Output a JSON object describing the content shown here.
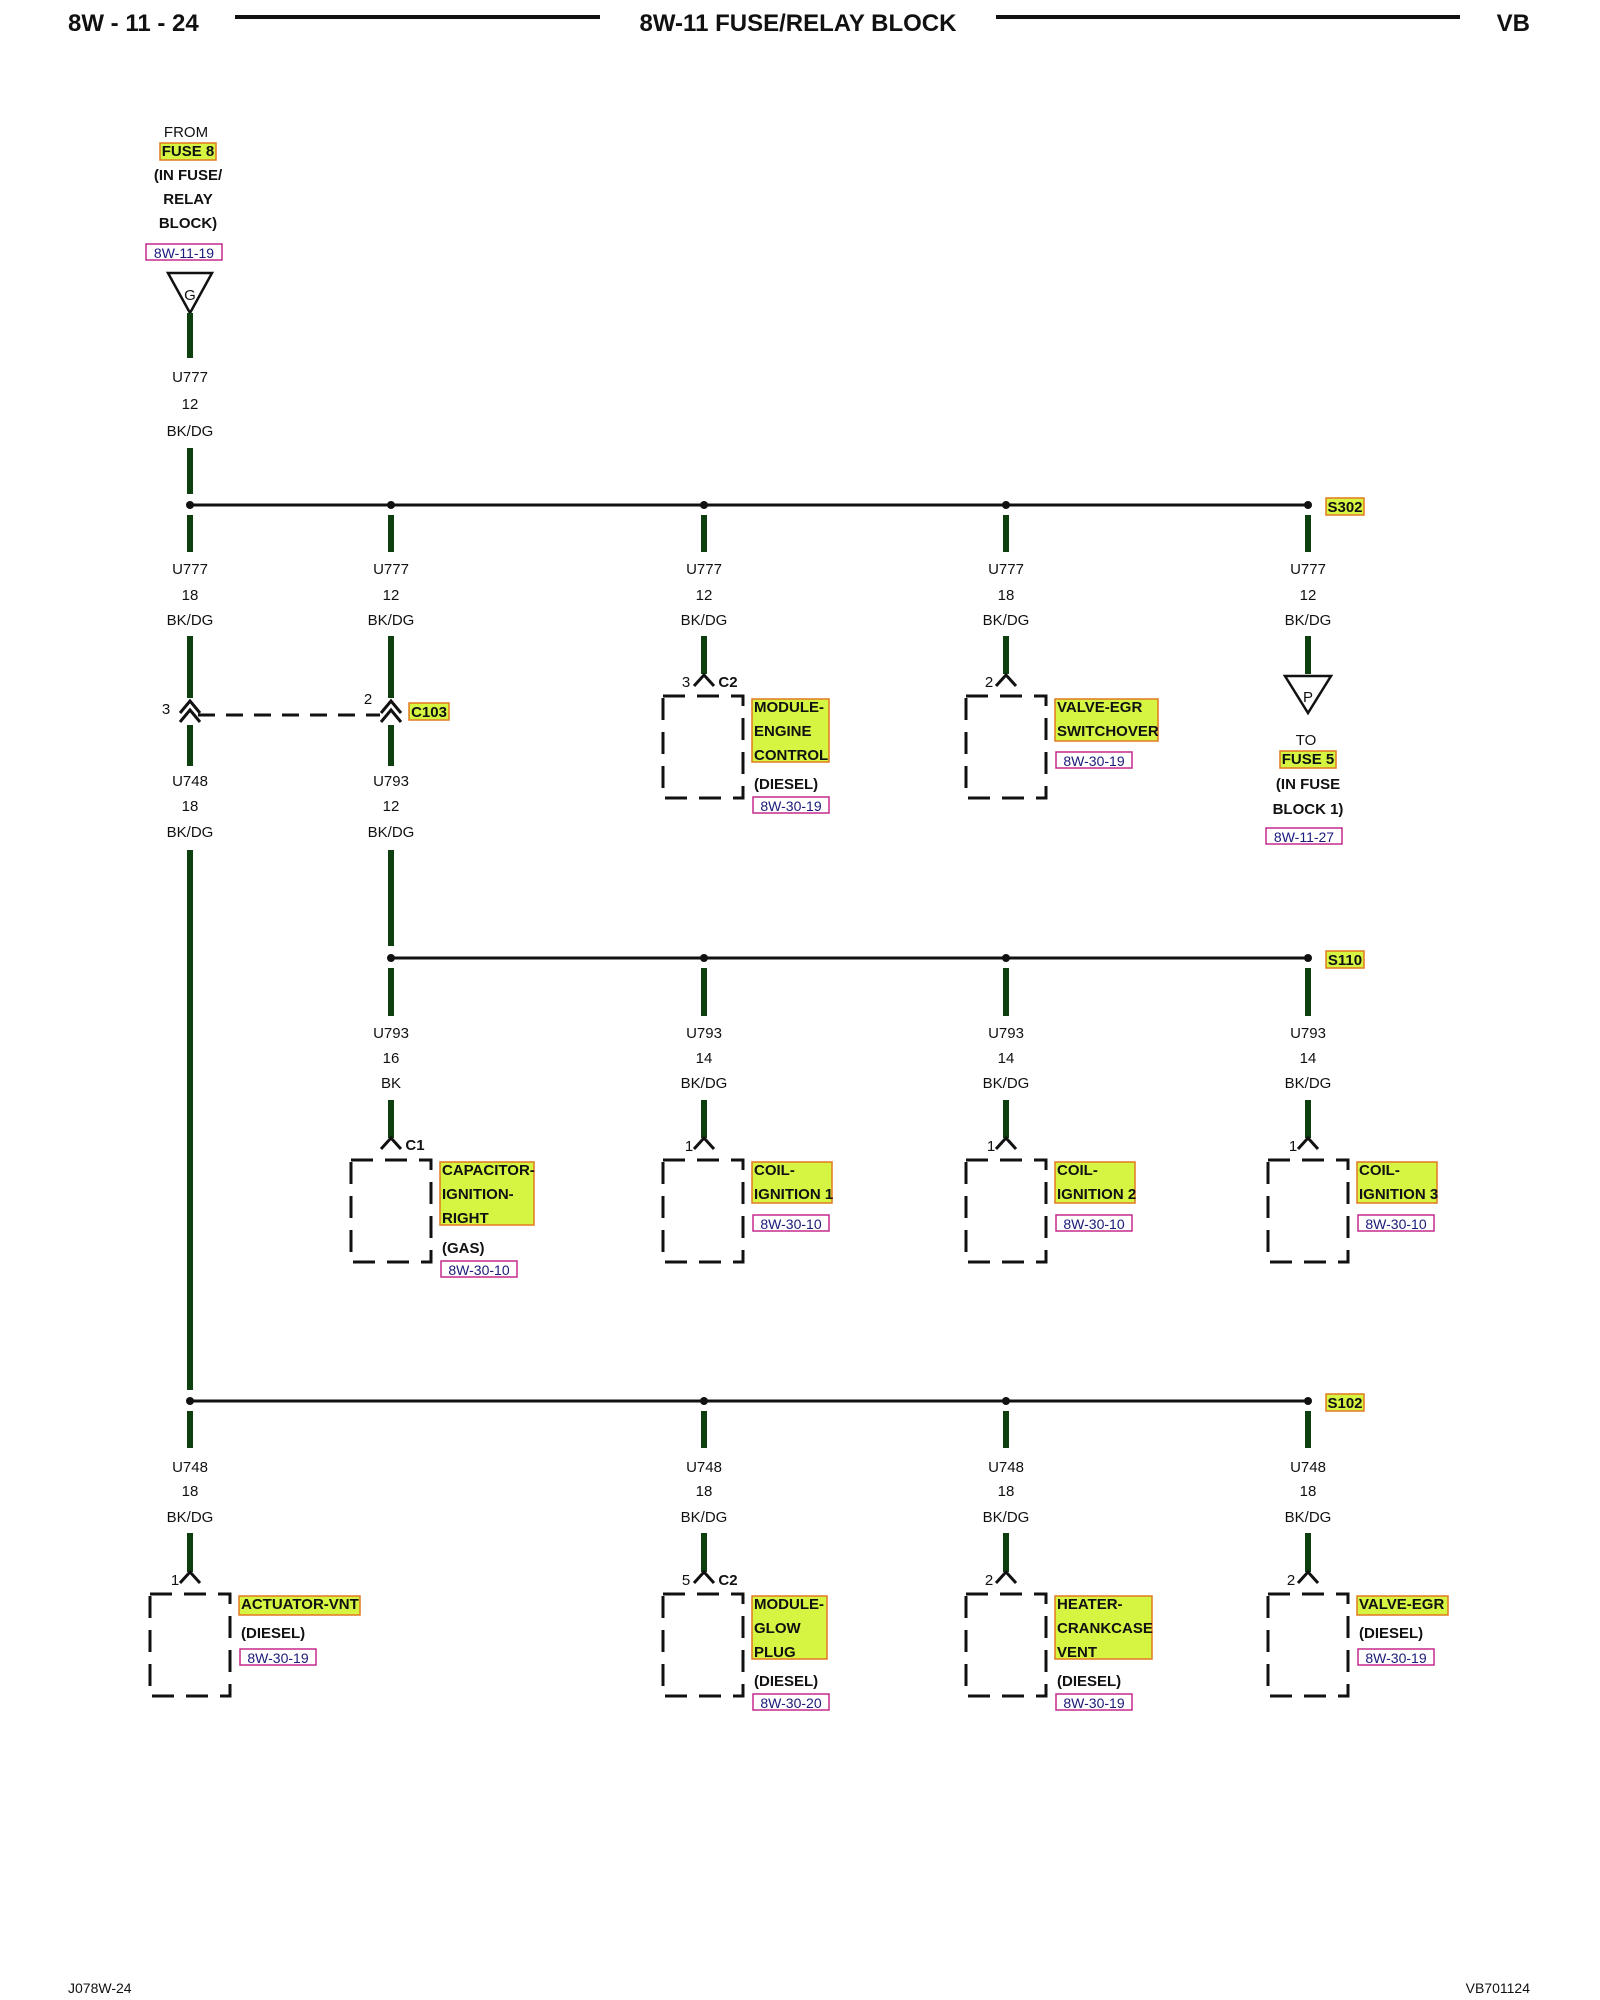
{
  "header": {
    "page": "8W - 11 - 24",
    "title": "8W-11 FUSE/RELAY BLOCK",
    "section": "VB"
  },
  "footer": {
    "left": "J078W-24",
    "right": "VB701124"
  },
  "source": {
    "from": "FROM",
    "fuse": "FUSE 8",
    "l1": "(IN FUSE/",
    "l2": "RELAY",
    "l3": "BLOCK)",
    "ref": "8W-11-19",
    "symbol": "G"
  },
  "feed_wire": {
    "circuit": "U777",
    "gauge": "12",
    "color": "BK/DG"
  },
  "splices": {
    "s302": "S302",
    "s110": "S110",
    "s102": "S102"
  },
  "row1": [
    {
      "circuit": "U777",
      "gauge": "18",
      "color": "BK/DG"
    },
    {
      "circuit": "U777",
      "gauge": "12",
      "color": "BK/DG"
    },
    {
      "circuit": "U777",
      "gauge": "12",
      "color": "BK/DG"
    },
    {
      "circuit": "U777",
      "gauge": "18",
      "color": "BK/DG"
    },
    {
      "circuit": "U777",
      "gauge": "12",
      "color": "BK/DG"
    }
  ],
  "c103": {
    "name": "C103",
    "pin_left": "3",
    "pin_right": "2"
  },
  "row1_below": [
    {
      "circuit": "U748",
      "gauge": "18",
      "color": "BK/DG"
    },
    {
      "circuit": "U793",
      "gauge": "12",
      "color": "BK/DG"
    }
  ],
  "comp_ecm": {
    "pin": "3",
    "conn": "C2",
    "l1": "MODULE-",
    "l2": "ENGINE",
    "l3": "CONTROL",
    "note": "(DIESEL)",
    "ref": "8W-30-19"
  },
  "comp_egr_sw": {
    "pin": "2",
    "l1": "VALVE-EGR",
    "l2": "SWITCHOVER",
    "ref": "8W-30-19"
  },
  "dest": {
    "symbol": "P",
    "to": "TO",
    "fuse": "FUSE 5",
    "l1": "(IN FUSE",
    "l2": "BLOCK 1)",
    "ref": "8W-11-27"
  },
  "row2": [
    {
      "circuit": "U793",
      "gauge": "16",
      "color": "BK"
    },
    {
      "circuit": "U793",
      "gauge": "14",
      "color": "BK/DG"
    },
    {
      "circuit": "U793",
      "gauge": "14",
      "color": "BK/DG"
    },
    {
      "circuit": "U793",
      "gauge": "14",
      "color": "BK/DG"
    }
  ],
  "comp_cap": {
    "conn": "C1",
    "l1": "CAPACITOR-",
    "l2": "IGNITION-",
    "l3": "RIGHT",
    "note": "(GAS)",
    "ref": "8W-30-10"
  },
  "comp_coil1": {
    "pin": "1",
    "l1": "COIL-",
    "l2": "IGNITION 1",
    "ref": "8W-30-10"
  },
  "comp_coil2": {
    "pin": "1",
    "l1": "COIL-",
    "l2": "IGNITION 2",
    "ref": "8W-30-10"
  },
  "comp_coil3": {
    "pin": "1",
    "l1": "COIL-",
    "l2": "IGNITION 3",
    "ref": "8W-30-10"
  },
  "row3": [
    {
      "circuit": "U748",
      "gauge": "18",
      "color": "BK/DG"
    },
    {
      "circuit": "U748",
      "gauge": "18",
      "color": "BK/DG"
    },
    {
      "circuit": "U748",
      "gauge": "18",
      "color": "BK/DG"
    },
    {
      "circuit": "U748",
      "gauge": "18",
      "color": "BK/DG"
    }
  ],
  "comp_vnt": {
    "pin": "1",
    "l1": "ACTUATOR-VNT",
    "note": "(DIESEL)",
    "ref": "8W-30-19"
  },
  "comp_glow": {
    "pin": "5",
    "conn": "C2",
    "l1": "MODULE-",
    "l2": "GLOW",
    "l3": "PLUG",
    "note": "(DIESEL)",
    "ref": "8W-30-20"
  },
  "comp_heater": {
    "pin": "2",
    "l1": "HEATER-",
    "l2": "CRANKCASE",
    "l3": "VENT",
    "note": "(DIESEL)",
    "ref": "8W-30-19"
  },
  "comp_egr": {
    "pin": "2",
    "l1": "VALVE-EGR",
    "note": "(DIESEL)",
    "ref": "8W-30-19"
  }
}
